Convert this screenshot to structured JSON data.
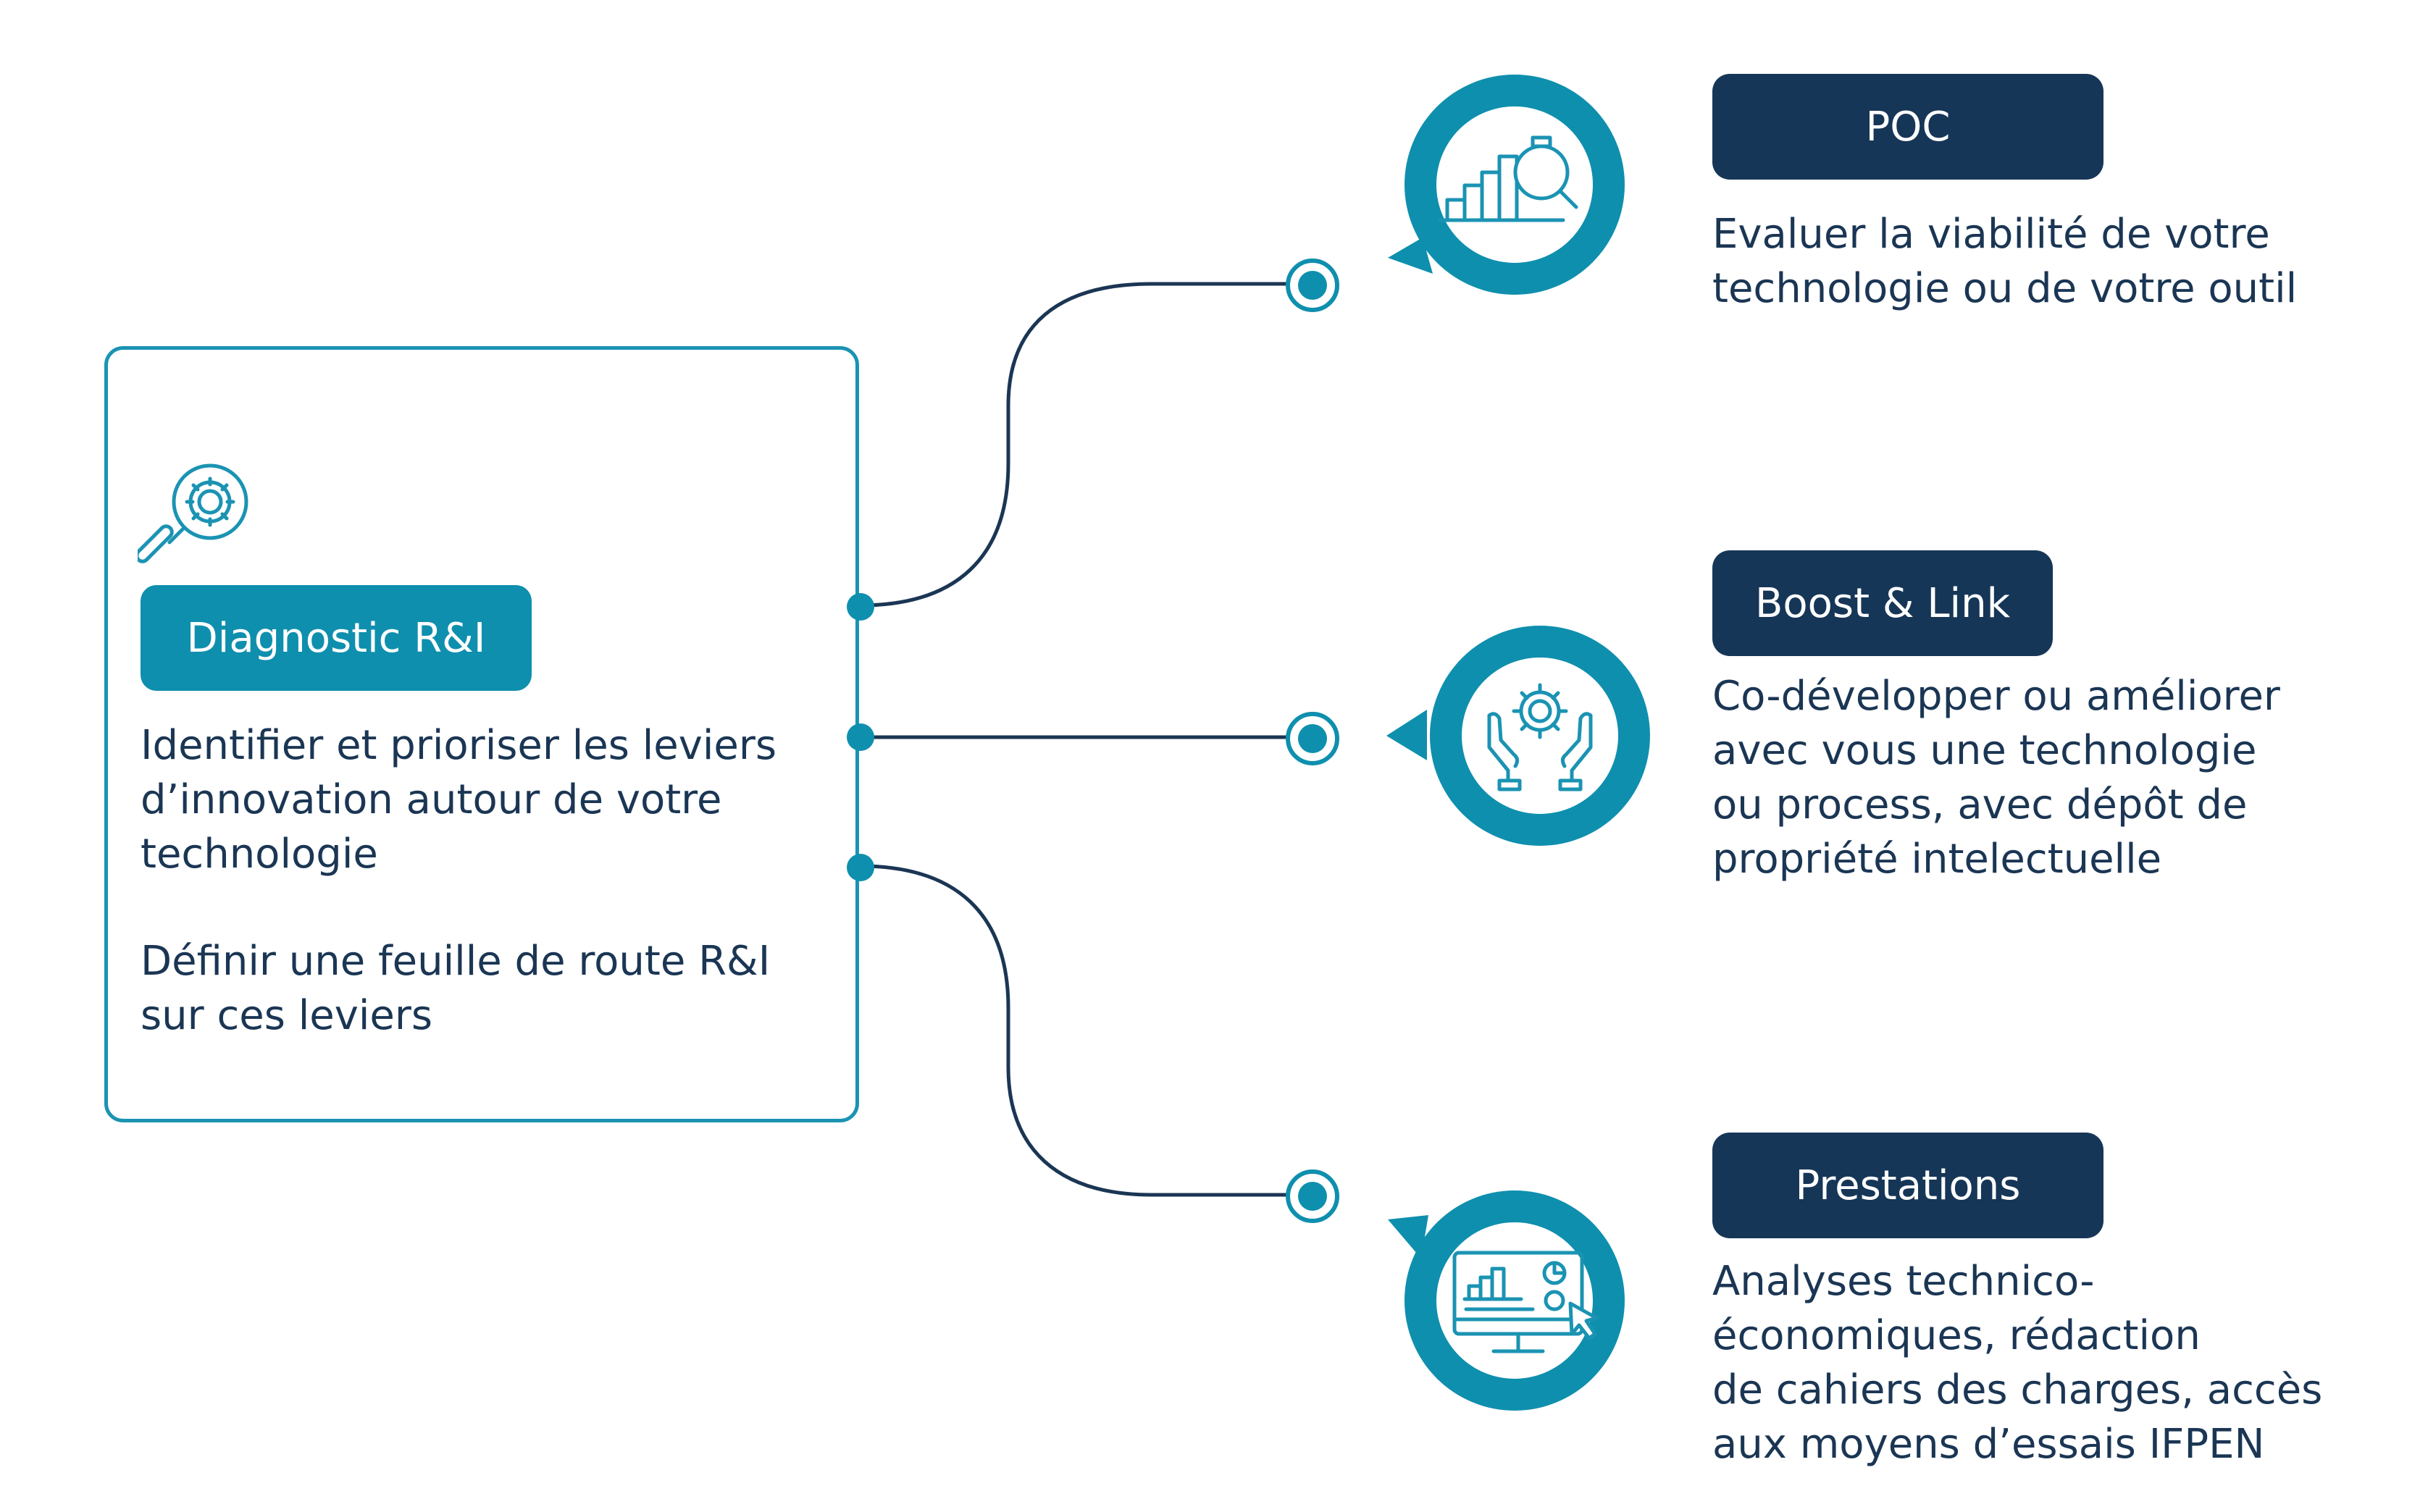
{
  "diagnostic": {
    "label": "Diagnostic R&I",
    "icon": "magnifier-gear-icon",
    "text1": [
      "Identifier et prioriser les leviers",
      "d’innovation autour de votre",
      "technologie"
    ],
    "text2": [
      "Définir une feuille de route R&I",
      "sur ces leviers"
    ]
  },
  "items": [
    {
      "label": "POC",
      "icon": "bar-chart-magnifier-icon",
      "lines": [
        "Evaluer la viabilité de votre",
        "technologie ou de votre outil"
      ]
    },
    {
      "label": "Boost & Link",
      "icon": "hands-gear-icon",
      "lines": [
        "Co-développer ou améliorer",
        "avec vous une technologie",
        "ou process, avec dépôt de",
        "propriété intelectuelle"
      ]
    },
    {
      "label": "Prestations",
      "icon": "monitor-chart-cursor-icon",
      "lines": [
        "Analyses technico-",
        "économiques, rédaction",
        "de cahiers des charges, accès",
        "aux moyens d’essais IFPEN"
      ]
    }
  ],
  "colors": {
    "teal": "#0f8fae",
    "navy": "#163657",
    "line": "#1b3654",
    "border": "#1b93b3"
  }
}
